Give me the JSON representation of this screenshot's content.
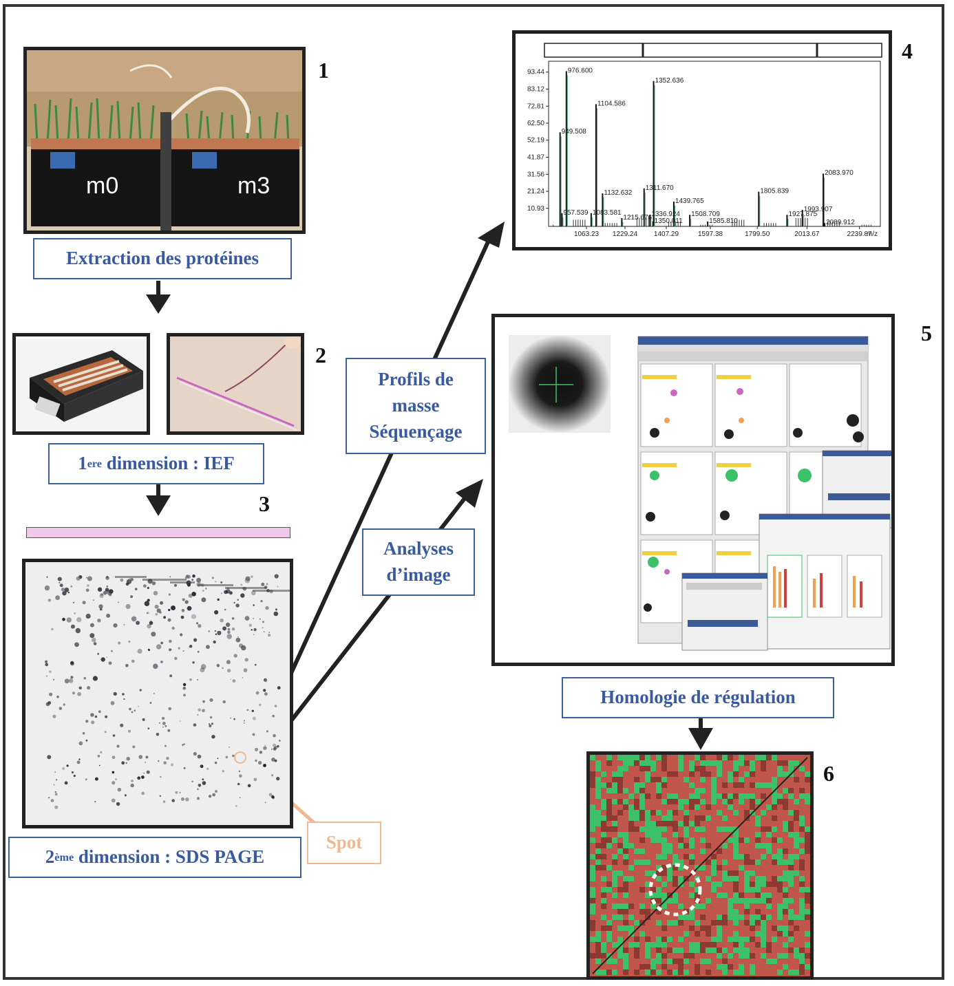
{
  "steps": {
    "n1": "1",
    "n2": "2",
    "n3": "3",
    "n4": "4",
    "n5": "5",
    "n6": "6"
  },
  "photo": {
    "left_tray": "m0",
    "right_tray": "m3"
  },
  "labels": {
    "extraction": "Extraction des protéines",
    "ief_sup": "ere",
    "ief_pre": "1",
    "ief_post": " dimension : IEF",
    "sds_pre": "2",
    "sds_sup": "ème",
    "sds_post": " dimension : SDS PAGE",
    "profils_l1": "Profils de",
    "profils_l2": "masse",
    "profils_l3": "Séquençage",
    "analyses_l1": "Analyses",
    "analyses_l2": "d’image",
    "homologie": "Homologie de régulation",
    "spot": "Spot"
  },
  "colors": {
    "label_text": "#3a5aa0",
    "label_border": "#3a5f9a",
    "spot": "#f0b890",
    "ief_strip": "#f0c8ea",
    "heatmap_red": "#c0564a",
    "heatmap_green": "#3cc068"
  },
  "mass_spectrum": {
    "y_ticks": [
      "93.44",
      "83.12",
      "72.81",
      "62.50",
      "52.19",
      "41.87",
      "31.56",
      "21.24",
      "10.93"
    ],
    "x_ticks": [
      "1063.23",
      "1229.24",
      "1407.29",
      "1597.38",
      "1799.50",
      "2013.67",
      "2239.87"
    ],
    "x_unit": "m/z",
    "peaks": [
      {
        "mz": 976.6,
        "h": 94
      },
      {
        "mz": 949.508,
        "h": 57
      },
      {
        "mz": 1352.636,
        "h": 88
      },
      {
        "mz": 1104.586,
        "h": 74
      },
      {
        "mz": 1132.632,
        "h": 20
      },
      {
        "mz": 1311.67,
        "h": 23
      },
      {
        "mz": 1439.765,
        "h": 15
      },
      {
        "mz": 1805.839,
        "h": 21
      },
      {
        "mz": 2083.97,
        "h": 32
      },
      {
        "mz": 1993.907,
        "h": 10
      },
      {
        "mz": 1927.875,
        "h": 7
      },
      {
        "mz": 1508.709,
        "h": 7
      },
      {
        "mz": 1336.924,
        "h": 7
      },
      {
        "mz": 1215.676,
        "h": 5
      },
      {
        "mz": 1083.581,
        "h": 8
      },
      {
        "mz": 957.539,
        "h": 8
      },
      {
        "mz": 1350.011,
        "h": 3
      },
      {
        "mz": 1585.81,
        "h": 3
      },
      {
        "mz": 2089.912,
        "h": 2
      }
    ],
    "peak_labels": [
      "976.600",
      "949.508",
      "1352.636",
      "1104.586",
      "1132.632",
      "1311.670",
      "1439.765",
      "1805.839",
      "2083.970",
      "1993.907",
      "1927.875",
      "1508.709",
      "1336.924",
      "1215.676",
      "1083.581",
      "957.539",
      "1350.011",
      "1585.810",
      "2089.912"
    ]
  }
}
